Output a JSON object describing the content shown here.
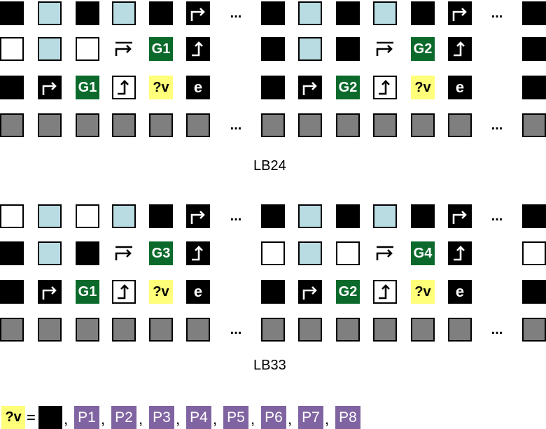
{
  "captions": {
    "top": "LB24",
    "bottom": "LB33"
  },
  "ellipsis": "...",
  "cell_labels": {
    "e": "e",
    "yellow": "?v"
  },
  "colors": {
    "black": "#000000",
    "white": "#ffffff",
    "lightblue": "#b9dce3",
    "gray": "#7f7f7f",
    "green": "#0b6a2b",
    "yellow": "#ffff7a",
    "purple": "#8064a2"
  },
  "panels": [
    {
      "name": "LB24",
      "rows": [
        [
          "black",
          "lightblue",
          "black",
          "lightblue",
          "black",
          "arrow-right-box",
          "ellipsis",
          "black",
          "lightblue",
          "black",
          "lightblue",
          "black",
          "arrow-right-box",
          "ellipsis",
          "black"
        ],
        [
          "white",
          "lightblue",
          "white",
          "arrow-right-bar",
          "green:G1",
          "arrow-up-box",
          "",
          "black",
          "lightblue",
          "black",
          "arrow-right-bar",
          "green:G2",
          "arrow-up-box",
          "",
          "black"
        ],
        [
          "black",
          "arrow-right-box",
          "green:G1",
          "arrow-up-outline",
          "yellow",
          "e",
          "",
          "black",
          "arrow-right-box",
          "green:G2",
          "arrow-up-outline",
          "yellow",
          "e",
          "",
          "black"
        ],
        [
          "gray",
          "gray",
          "gray",
          "gray",
          "gray",
          "gray",
          "ellipsis",
          "gray",
          "gray",
          "gray",
          "gray",
          "gray",
          "gray",
          "ellipsis",
          "gray"
        ]
      ]
    },
    {
      "name": "LB33",
      "rows": [
        [
          "white",
          "lightblue",
          "white",
          "lightblue",
          "black",
          "arrow-right-box",
          "ellipsis",
          "black",
          "lightblue",
          "black",
          "lightblue",
          "black",
          "arrow-right-box",
          "ellipsis",
          "black"
        ],
        [
          "black",
          "lightblue",
          "black",
          "arrow-right-bar",
          "green:G3",
          "arrow-up-box",
          "",
          "white",
          "lightblue",
          "white",
          "arrow-right-bar",
          "green:G4",
          "arrow-up-box",
          "",
          "white"
        ],
        [
          "black",
          "arrow-right-box",
          "green:G1",
          "arrow-up-outline",
          "yellow",
          "e",
          "",
          "black",
          "arrow-right-box",
          "green:G2",
          "arrow-up-outline",
          "yellow",
          "e",
          "",
          "black"
        ],
        [
          "gray",
          "gray",
          "gray",
          "gray",
          "gray",
          "gray",
          "ellipsis",
          "gray",
          "gray",
          "gray",
          "gray",
          "gray",
          "gray",
          "ellipsis",
          "gray"
        ]
      ]
    }
  ],
  "legend": {
    "symbol": "?v",
    "equals": "=",
    "separator": ",",
    "items": [
      "P1",
      "P2",
      "P3",
      "P4",
      "P5",
      "P6",
      "P7",
      "P8"
    ]
  }
}
